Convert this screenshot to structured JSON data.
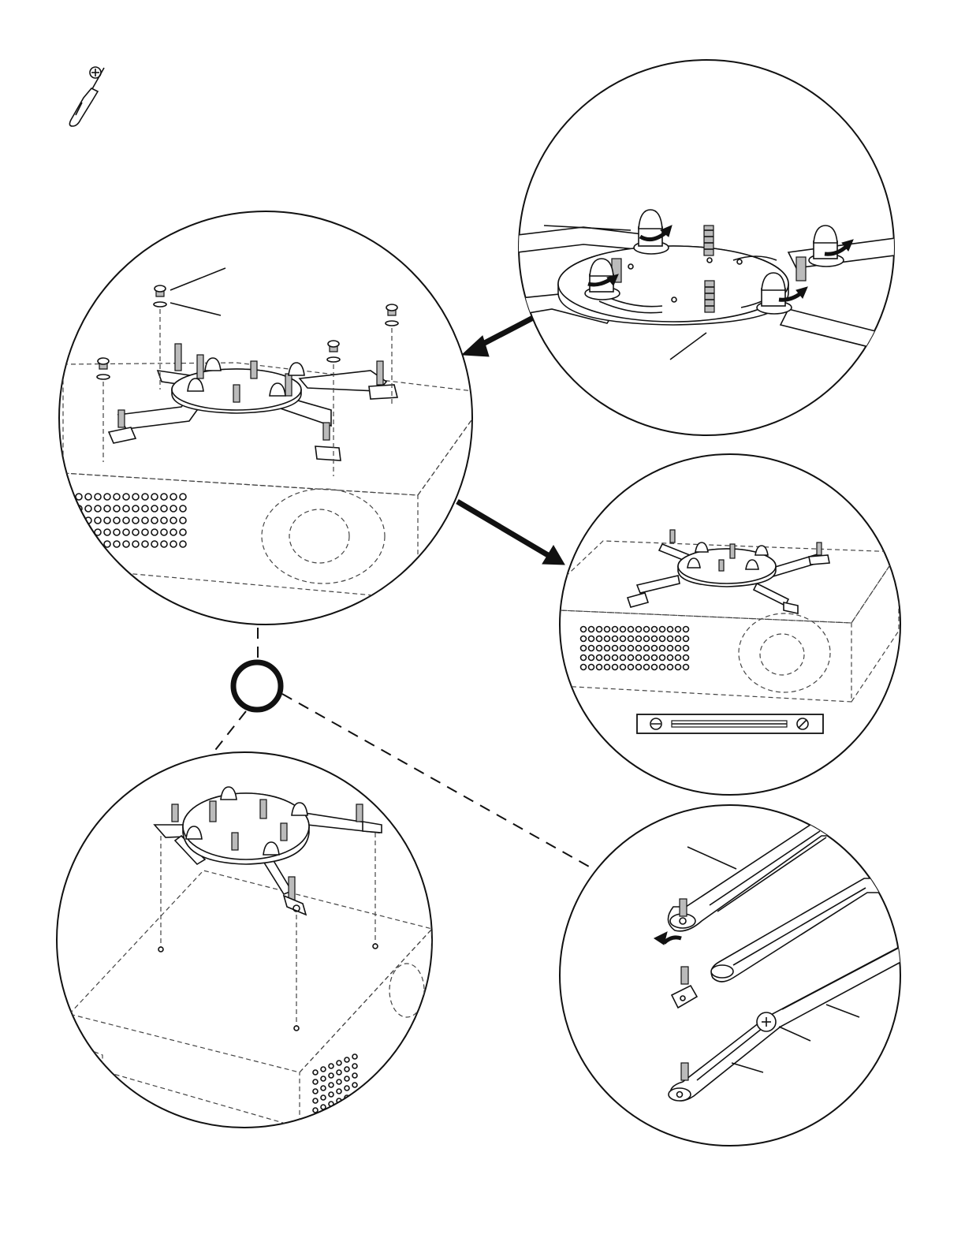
{
  "figure": {
    "tool_icon": "phillips-screwdriver-icon",
    "panels": [
      "panel-hardware-detail",
      "panel-mount-exploded",
      "panel-mount-installed-level",
      "panel-lock-icon-center",
      "panel-mount-isometric",
      "panel-arm-adjustment"
    ],
    "colors": {
      "line": "#111111",
      "background": "#ffffff",
      "fill": "#bbbbbb"
    },
    "callout_labels": []
  }
}
